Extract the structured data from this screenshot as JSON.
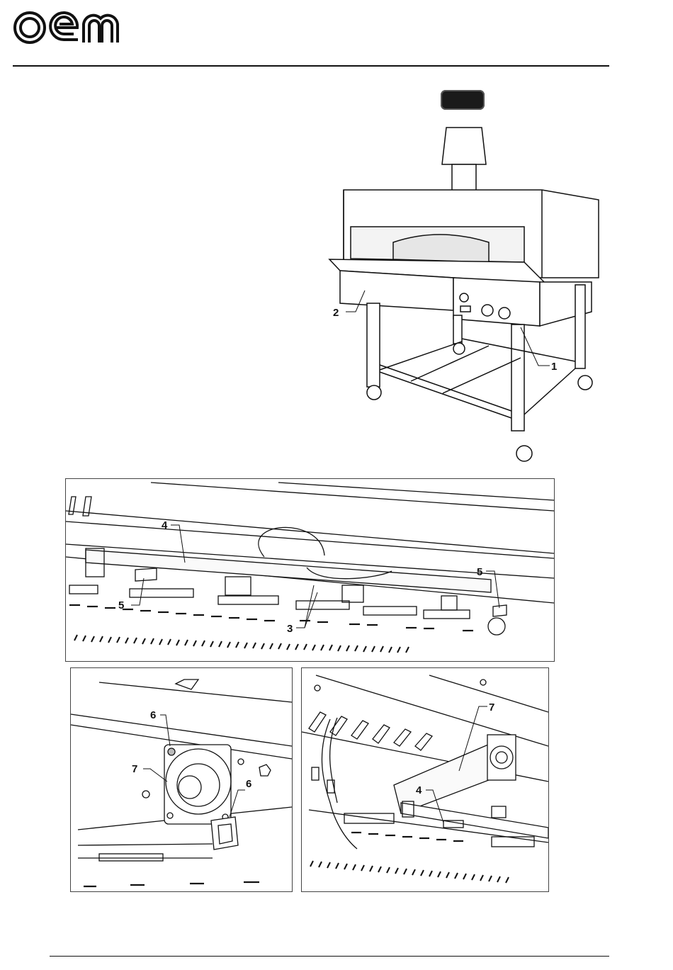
{
  "header": {
    "logo_text": "oem"
  },
  "oven_figure": {
    "callouts": [
      "1",
      "2"
    ]
  },
  "detail_top": {
    "callouts": [
      "4",
      "5",
      "5",
      "3"
    ]
  },
  "detail_left": {
    "callouts": [
      "6",
      "7",
      "6"
    ]
  },
  "detail_right": {
    "callouts": [
      "7",
      "4"
    ]
  },
  "colors": {
    "ink": "#111111",
    "badge": "#1a1a1a",
    "background": "#ffffff"
  }
}
